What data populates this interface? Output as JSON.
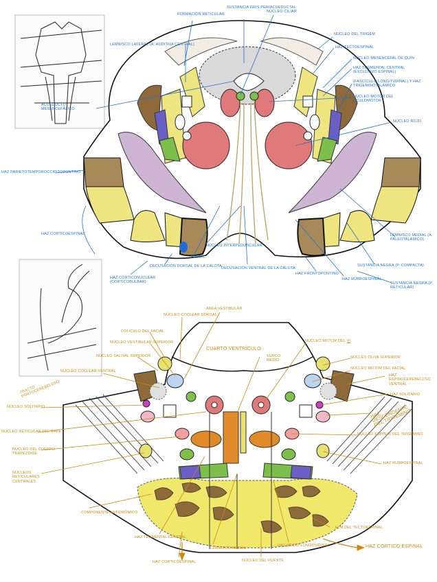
{
  "colors": {
    "blue_labels": "#1b72d0",
    "gold_labels": "#c98a0c",
    "red_nucleus": "#e0797a",
    "substantia_nigra": "#cdb5d3",
    "corticospinal": "#e7dc6c",
    "pontine_nuclei": "#8e6a3a",
    "medial_lemniscus": "#6a5fc4",
    "green_tracts": "#7dbf4b"
  },
  "midbrain": {
    "labels": {
      "sustancia_gris": "Sustancia gris periacueductal",
      "formacion_reticular": "Formación reticular",
      "nucleo_ciliar": "Núcleo ciliar",
      "lemnisco_lateral": "Lemnisco lateral (A. auditiva central)",
      "acueducto": "Acueducto mesencefálico",
      "nucleo_trigemino": "Núcleo del trigem",
      "haz_tectoespinal": "Haz tectoespinal",
      "nucleo_mesencefalico": "Núcleo mesencefal de Quin",
      "haz_tegmental": "Haz tegmental central (Exclusivo espinal)",
      "fasciculo_longitudinal": "(Fascículo longitudinal) y haz trigeminotalámico",
      "nucleo_motor_oculomotor": "Núcleo motor del oculomotor",
      "nucleo_rojo": "Núcleo rojo",
      "haz_parietotemporo": "Haz parietotemporoccipitopontino",
      "haz_corticoespinal": "Haz corticoespinal",
      "nucleo_interpeduncular": "Núcleo interpeduncular",
      "fasciculo": "Fascic.",
      "decusacion_ventral": "Decusación ventral de la calota",
      "decusacion_dorsal": "Decusación dorsal de la calota",
      "haz_corticonuclear": "Haz corticonuclear (corticobulbar)",
      "haz_frontopontino": "Haz frontopontino",
      "haz_rubroespinal": "Haz rubroespinal",
      "sustancia_negra_compacta": "Sustancia negra (p. compacta)",
      "sustancia_negra_reticular": "Sustancia negra (p. reticular)",
      "lemnisco_medial": "Lemnisco medial (A. paleotalámico)"
    }
  },
  "pons": {
    "labels": {
      "area_vestibular": "Área vestibular",
      "nucleo_coclear_dorsal": "Núcleo coclear dorsal",
      "coliculo_facial": "Colículo del facial",
      "nucleo_vestibular_superior": "Núcleo vestibular superior",
      "nucleo_salival_superior": "Núcleo salival superior",
      "cuarto_ventriculo": "Cuarto ventrículo",
      "nucleo_motor_vi": "Núcleo motor del",
      "vi": "VI",
      "surco_medio": "Surco medio",
      "nucleo_oliva_superior": "Núcleo oliva superior",
      "nucleo_motor_facial": "Núcleo motor del facial",
      "nucleo_coclear_ventral": "Núcleo coclear ventral",
      "haz_espinocerebeloso_ventral": "Haz espinocerebeloso ventral",
      "tracto_pontocerebeloso": "Tracto pontocerebeloso",
      "nucleo_solitario_left": "Núcleo solitario",
      "haz_solitario": "Haz solitario",
      "haz_descendente_trigemino": "Haz descendente del trigémino",
      "nucleo_reticular_rafe": "Núcleo reticular del rafe",
      "nucleo_espinal_trigemino": "Núcleo espinal del trigémino",
      "nucleo_cuerpo_trapezoide": "Núcleo del cuerpo trapezoide",
      "nucleos_reticulares_centrales": "Núcleos reticulares centrales",
      "haz_rubroespinal": "Haz rubroespinal",
      "componente_antidromico": "Componente antidrómico",
      "haz_tegmental_central": "Haz tegmental central",
      "lemnisco_medial": "Lemnisco medial",
      "haz_medio_longitudinal": "Haz medio longitudinal",
      "flm_tectoespinal": "FLM del tectoespinal",
      "haz_corticoespinal": "Haz corticoespinal",
      "nucleo_puente": "Núcleo del puente",
      "haz_cortico_espinal": "Haz cortico espinal"
    }
  }
}
